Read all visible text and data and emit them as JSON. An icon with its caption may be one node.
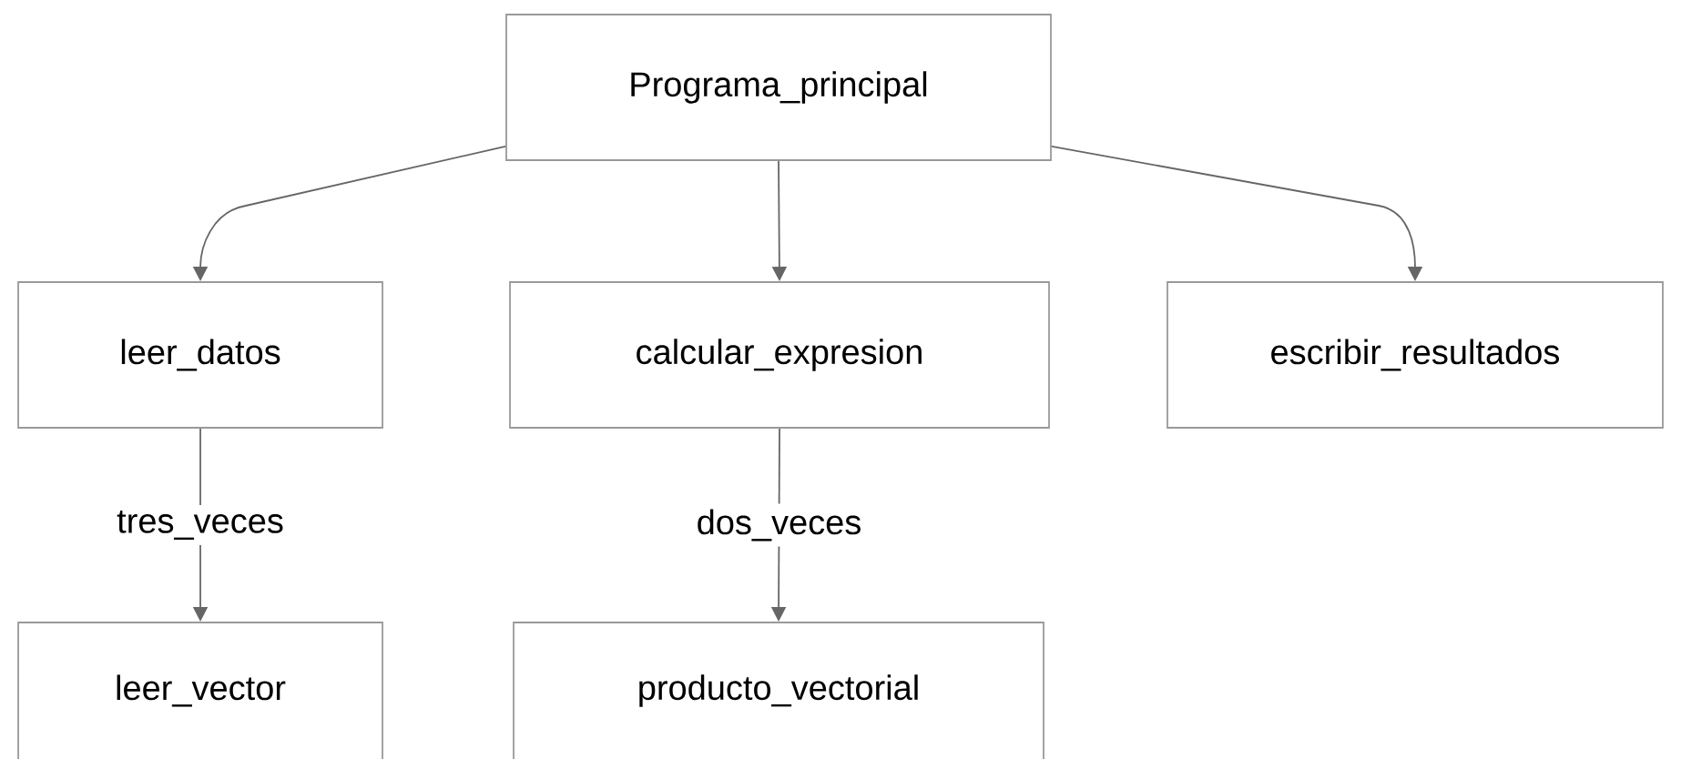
{
  "diagram": {
    "nodes": [
      {
        "text": [
          "Programa_principal"
        ]
      },
      {
        "text": [
          "leer_datos"
        ]
      },
      {
        "text": [
          "calcular_expresion"
        ]
      },
      {
        "text": [
          "escribir_resultados"
        ]
      },
      {
        "text": [
          "leer_vector"
        ]
      },
      {
        "text": [
          "producto_vectorial"
        ]
      }
    ],
    "edges": [
      {
        "from": 0,
        "to": 1,
        "arrow": "to"
      },
      {
        "from": 0,
        "to": 2,
        "arrow": "to"
      },
      {
        "from": 0,
        "to": 3,
        "arrow": "to"
      },
      {
        "from": 1,
        "to": 4,
        "arrow": "to",
        "label": "tres_veces"
      },
      {
        "from": 2,
        "to": 5,
        "arrow": "to",
        "label": "dos_veces"
      }
    ]
  }
}
